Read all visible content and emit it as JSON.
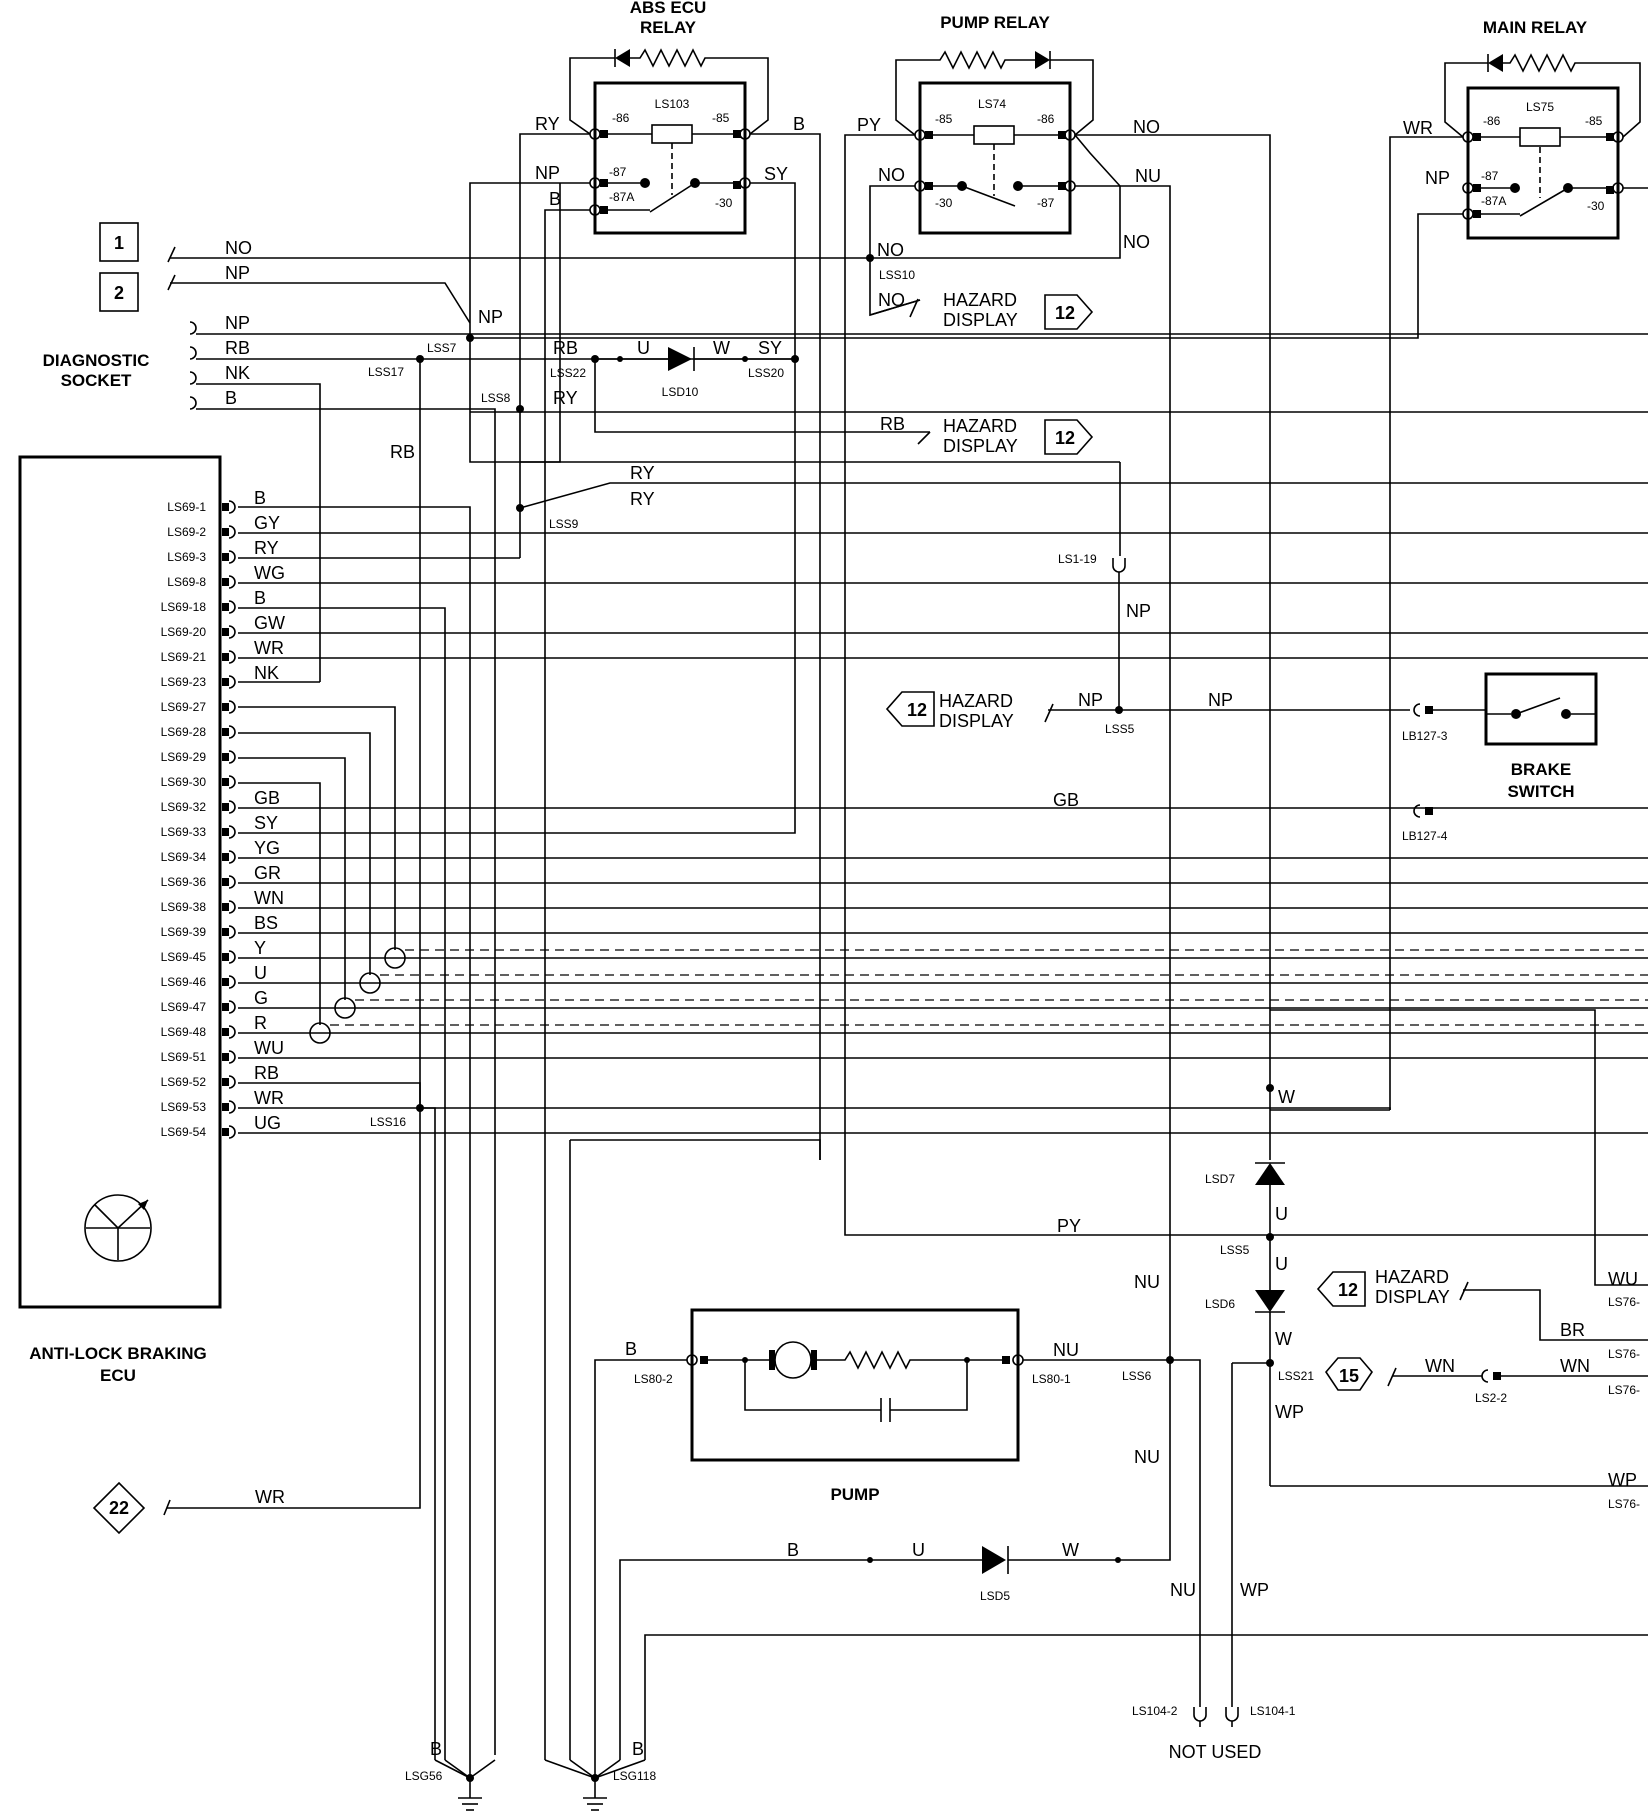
{
  "relays": {
    "abs_ecu": {
      "title_line1": "ABS ECU",
      "title_line2": "RELAY",
      "id": "LS103",
      "pin86": "-86",
      "pin85": "-85",
      "pin87": "-87",
      "pin87a": "-87A",
      "pin30": "-30"
    },
    "pump": {
      "title": "PUMP RELAY",
      "id": "LS74",
      "pin85": "-85",
      "pin86": "-86",
      "pin30": "-30",
      "pin87": "-87"
    },
    "main": {
      "title": "MAIN RELAY",
      "id": "LS75",
      "pin86": "-86",
      "pin85": "-85",
      "pin87": "-87",
      "pin87a": "-87A",
      "pin30": "-30"
    }
  },
  "refs": {
    "r1": "1",
    "r2": "2",
    "r12": "12",
    "r15": "15",
    "r22": "22"
  },
  "diagnostic_socket": {
    "line1": "DIAGNOSTIC",
    "line2": "SOCKET"
  },
  "ecu": {
    "line1": "ANTI-LOCK BRAKING",
    "line2": "ECU",
    "pins": [
      {
        "pin": "LS69-1",
        "wire": "B"
      },
      {
        "pin": "LS69-2",
        "wire": "GY"
      },
      {
        "pin": "LS69-3",
        "wire": "RY"
      },
      {
        "pin": "LS69-8",
        "wire": "WG"
      },
      {
        "pin": "LS69-18",
        "wire": "B"
      },
      {
        "pin": "LS69-20",
        "wire": "GW"
      },
      {
        "pin": "LS69-21",
        "wire": "WR"
      },
      {
        "pin": "LS69-23",
        "wire": "NK"
      },
      {
        "pin": "LS69-27",
        "wire": ""
      },
      {
        "pin": "LS69-28",
        "wire": ""
      },
      {
        "pin": "LS69-29",
        "wire": ""
      },
      {
        "pin": "LS69-30",
        "wire": ""
      },
      {
        "pin": "LS69-32",
        "wire": "GB"
      },
      {
        "pin": "LS69-33",
        "wire": "SY"
      },
      {
        "pin": "LS69-34",
        "wire": "YG"
      },
      {
        "pin": "LS69-36",
        "wire": "GR"
      },
      {
        "pin": "LS69-38",
        "wire": "WN"
      },
      {
        "pin": "LS69-39",
        "wire": "BS"
      },
      {
        "pin": "LS69-45",
        "wire": "Y"
      },
      {
        "pin": "LS69-46",
        "wire": "U"
      },
      {
        "pin": "LS69-47",
        "wire": "G"
      },
      {
        "pin": "LS69-48",
        "wire": "R"
      },
      {
        "pin": "LS69-51",
        "wire": "WU"
      },
      {
        "pin": "LS69-52",
        "wire": "RB"
      },
      {
        "pin": "LS69-53",
        "wire": "WR"
      },
      {
        "pin": "LS69-54",
        "wire": "UG"
      }
    ]
  },
  "hazard": {
    "line1": "HAZARD",
    "line2": "DISPLAY"
  },
  "brake_switch": {
    "line1": "BRAKE",
    "line2": "SWITCH"
  },
  "pump": {
    "title": "PUMP"
  },
  "not_used": "NOT USED",
  "wires": {
    "NO": "NO",
    "NP": "NP",
    "RB": "RB",
    "NK": "NK",
    "B": "B",
    "RY": "RY",
    "PY": "PY",
    "NU": "NU",
    "SY": "SY",
    "U": "U",
    "W": "W",
    "GB": "GB",
    "WR": "WR",
    "WP": "WP",
    "WU": "WU",
    "BR": "BR",
    "WN": "WN"
  },
  "connectors": {
    "lss7": "LSS7",
    "lss17": "LSS17",
    "lss8": "LSS8",
    "lss9": "LSS9",
    "lss10": "LSS10",
    "lss22": "LSS22",
    "lss20": "LSS20",
    "lsd10": "LSD10",
    "ls1_19": "LS1-19",
    "lss5": "LSS5",
    "lb127_3": "LB127-3",
    "lb127_4": "LB127-4",
    "lss16": "LSS16",
    "lsd7": "LSD7",
    "lsd6": "LSD6",
    "ls5": "LSS5",
    "lss21": "LSS21",
    "ls2_2": "LS2-2",
    "ls80_2": "LS80-2",
    "ls80_1": "LS80-1",
    "lss6": "LSS6",
    "lsd5": "LSD5",
    "ls104_2": "LS104-2",
    "ls104_1": "LS104-1",
    "lsg56": "LSG56",
    "lsg118": "LSG118",
    "ls76": "LS76-"
  }
}
